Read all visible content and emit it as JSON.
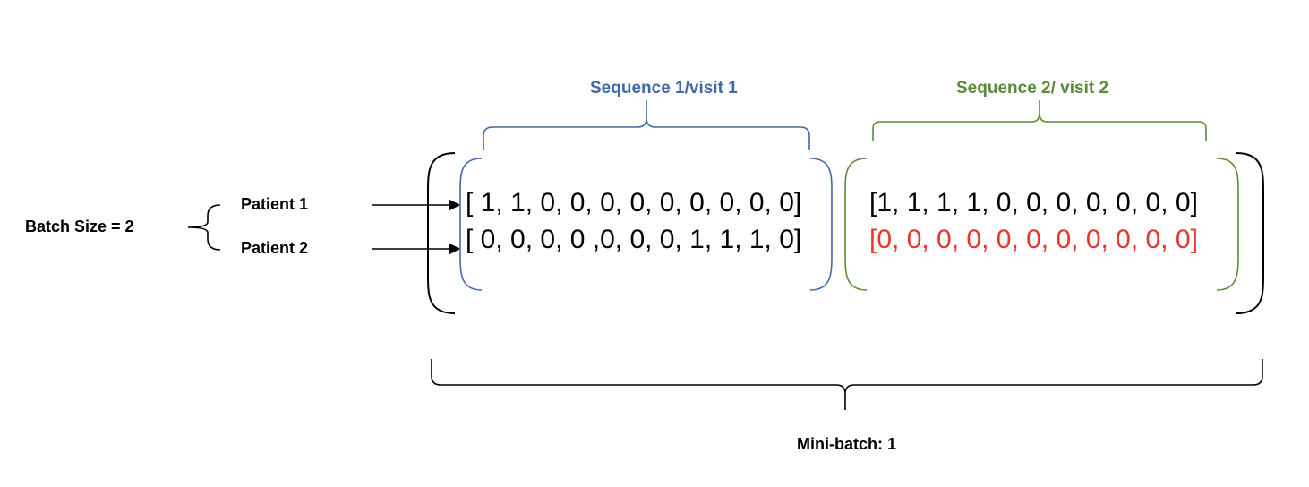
{
  "labels": {
    "batch_size": "Batch Size = 2",
    "patient_1": "Patient 1",
    "patient_2": "Patient 2",
    "sequence_1": "Sequence 1/visit 1",
    "sequence_2": "Sequence 2/ visit 2",
    "mini_batch": "Mini-batch: 1"
  },
  "matrix": {
    "sequence_1": {
      "patient_1": "[ 1, 1, 0, 0, 0, 0, 0, 0, 0, 0, 0]",
      "patient_2": "[ 0, 0, 0, 0 ,0, 0, 0, 1, 1, 1, 0]"
    },
    "sequence_2": {
      "patient_1": "[1, 1, 1, 1, 0, 0, 0, 0, 0, 0, 0]",
      "patient_2": "[0, 0, 0, 0, 0, 0, 0, 0, 0, 0, 0]"
    }
  },
  "colors": {
    "sequence_1": "#4169A8",
    "sequence_2": "#5B8A3A",
    "padding_row": "#E5372A",
    "outline": "#000000"
  }
}
